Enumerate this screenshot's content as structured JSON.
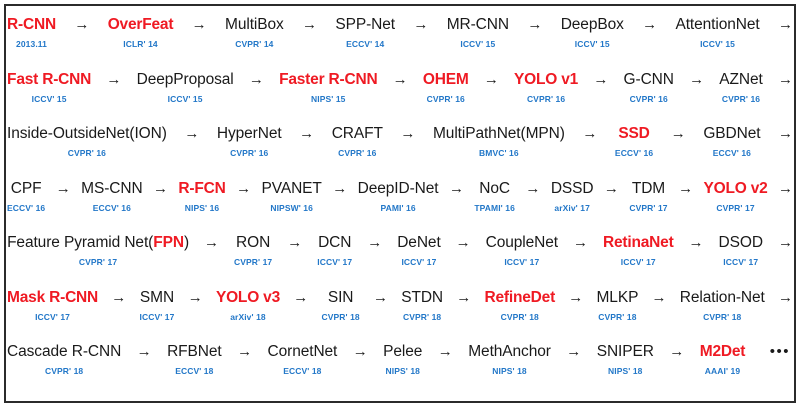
{
  "figure": {
    "title": "Object Detection Milestone Timeline",
    "border_color": "#2b2b2b",
    "accent_highlight_color": "#ef1a23",
    "venue_color": "#2277c8",
    "text_color": "#1a1a1a",
    "arrow_glyph": "→",
    "ellipsis_glyph": "•••"
  },
  "rows": [
    {
      "index": 0,
      "nodes": [
        {
          "name": "R-CNN",
          "venue": "2013.11",
          "highlight": true
        },
        {
          "name": "OverFeat",
          "venue": "ICLR' 14",
          "highlight": true
        },
        {
          "name": "MultiBox",
          "venue": "CVPR' 14",
          "highlight": false
        },
        {
          "name": "SPP-Net",
          "venue": "ECCV' 14",
          "highlight": false
        },
        {
          "name": "MR-CNN",
          "venue": "ICCV' 15",
          "highlight": false
        },
        {
          "name": "DeepBox",
          "venue": "ICCV' 15",
          "highlight": false
        },
        {
          "name": "AttentionNet",
          "venue": "ICCV' 15",
          "highlight": false
        }
      ],
      "trailing_arrow": true
    },
    {
      "index": 1,
      "nodes": [
        {
          "name": "Fast R-CNN",
          "venue": "ICCV' 15",
          "highlight": true
        },
        {
          "name": "DeepProposal",
          "venue": "ICCV' 15",
          "highlight": false
        },
        {
          "name": "Faster R-CNN",
          "venue": "NIPS' 15",
          "highlight": true
        },
        {
          "name": "OHEM",
          "venue": "CVPR' 16",
          "highlight": true
        },
        {
          "name": "YOLO v1",
          "venue": "CVPR' 16",
          "highlight": true
        },
        {
          "name": "G-CNN",
          "venue": "CVPR' 16",
          "highlight": false
        },
        {
          "name": "AZNet",
          "venue": "CVPR' 16",
          "highlight": false
        }
      ],
      "trailing_arrow": true
    },
    {
      "index": 2,
      "nodes": [
        {
          "name": "Inside-OutsideNet(ION)",
          "venue": "CVPR' 16",
          "highlight": false
        },
        {
          "name": "HyperNet",
          "venue": "CVPR' 16",
          "highlight": false
        },
        {
          "name": "CRAFT",
          "venue": "CVPR' 16",
          "highlight": false
        },
        {
          "name": "MultiPathNet(MPN)",
          "venue": "BMVC' 16",
          "highlight": false
        },
        {
          "name": "SSD",
          "venue": "ECCV' 16",
          "highlight": true
        },
        {
          "name": "GBDNet",
          "venue": "ECCV' 16",
          "highlight": false
        }
      ],
      "trailing_arrow": true
    },
    {
      "index": 3,
      "nodes": [
        {
          "name": "CPF",
          "venue": "ECCV' 16",
          "highlight": false
        },
        {
          "name": "MS-CNN",
          "venue": "ECCV' 16",
          "highlight": false
        },
        {
          "name": "R-FCN",
          "venue": "NIPS' 16",
          "highlight": true
        },
        {
          "name": "PVANET",
          "venue": "NIPSW' 16",
          "highlight": false
        },
        {
          "name": "DeepID-Net",
          "venue": "PAMI' 16",
          "highlight": false
        },
        {
          "name": "NoC",
          "venue": "TPAMI' 16",
          "highlight": false
        },
        {
          "name": "DSSD",
          "venue": "arXiv' 17",
          "highlight": false
        },
        {
          "name": "TDM",
          "venue": "CVPR' 17",
          "highlight": false
        },
        {
          "name": "YOLO v2",
          "venue": "CVPR' 17",
          "highlight": true
        }
      ],
      "trailing_arrow": true
    },
    {
      "index": 4,
      "nodes": [
        {
          "name": "Feature Pyramid Net(FPN)",
          "venue": "CVPR' 17",
          "highlight": false,
          "inner_highlight": "FPN"
        },
        {
          "name": "RON",
          "venue": "CVPR' 17",
          "highlight": false
        },
        {
          "name": "DCN",
          "venue": "ICCV' 17",
          "highlight": false
        },
        {
          "name": "DeNet",
          "venue": "ICCV' 17",
          "highlight": false
        },
        {
          "name": "CoupleNet",
          "venue": "ICCV' 17",
          "highlight": false
        },
        {
          "name": "RetinaNet",
          "venue": "ICCV' 17",
          "highlight": true
        },
        {
          "name": "DSOD",
          "venue": "ICCV' 17",
          "highlight": false
        }
      ],
      "trailing_arrow": true
    },
    {
      "index": 5,
      "nodes": [
        {
          "name": "Mask R-CNN",
          "venue": "ICCV' 17",
          "highlight": true
        },
        {
          "name": "SMN",
          "venue": "ICCV' 17",
          "highlight": false
        },
        {
          "name": "YOLO v3",
          "venue": "arXiv' 18",
          "highlight": true
        },
        {
          "name": "SIN",
          "venue": "CVPR' 18",
          "highlight": false
        },
        {
          "name": "STDN",
          "venue": "CVPR' 18",
          "highlight": false
        },
        {
          "name": "RefineDet",
          "venue": "CVPR' 18",
          "highlight": true
        },
        {
          "name": "MLKP",
          "venue": "CVPR' 18",
          "highlight": false
        },
        {
          "name": "Relation-Net",
          "venue": "CVPR' 18",
          "highlight": false
        }
      ],
      "trailing_arrow": true
    },
    {
      "index": 6,
      "nodes": [
        {
          "name": "Cascade R-CNN",
          "venue": "CVPR' 18",
          "highlight": false
        },
        {
          "name": "RFBNet",
          "venue": "ECCV' 18",
          "highlight": false
        },
        {
          "name": "CornetNet",
          "venue": "ECCV' 18",
          "highlight": false
        },
        {
          "name": "Pelee",
          "venue": "NIPS' 18",
          "highlight": false
        },
        {
          "name": "MethAnchor",
          "venue": "NIPS' 18",
          "highlight": false
        },
        {
          "name": "SNIPER",
          "venue": "NIPS' 18",
          "highlight": false
        },
        {
          "name": "M2Det",
          "venue": "AAAI' 19",
          "highlight": true
        }
      ],
      "trailing_arrow": false,
      "trailing_ellipsis": true
    }
  ]
}
